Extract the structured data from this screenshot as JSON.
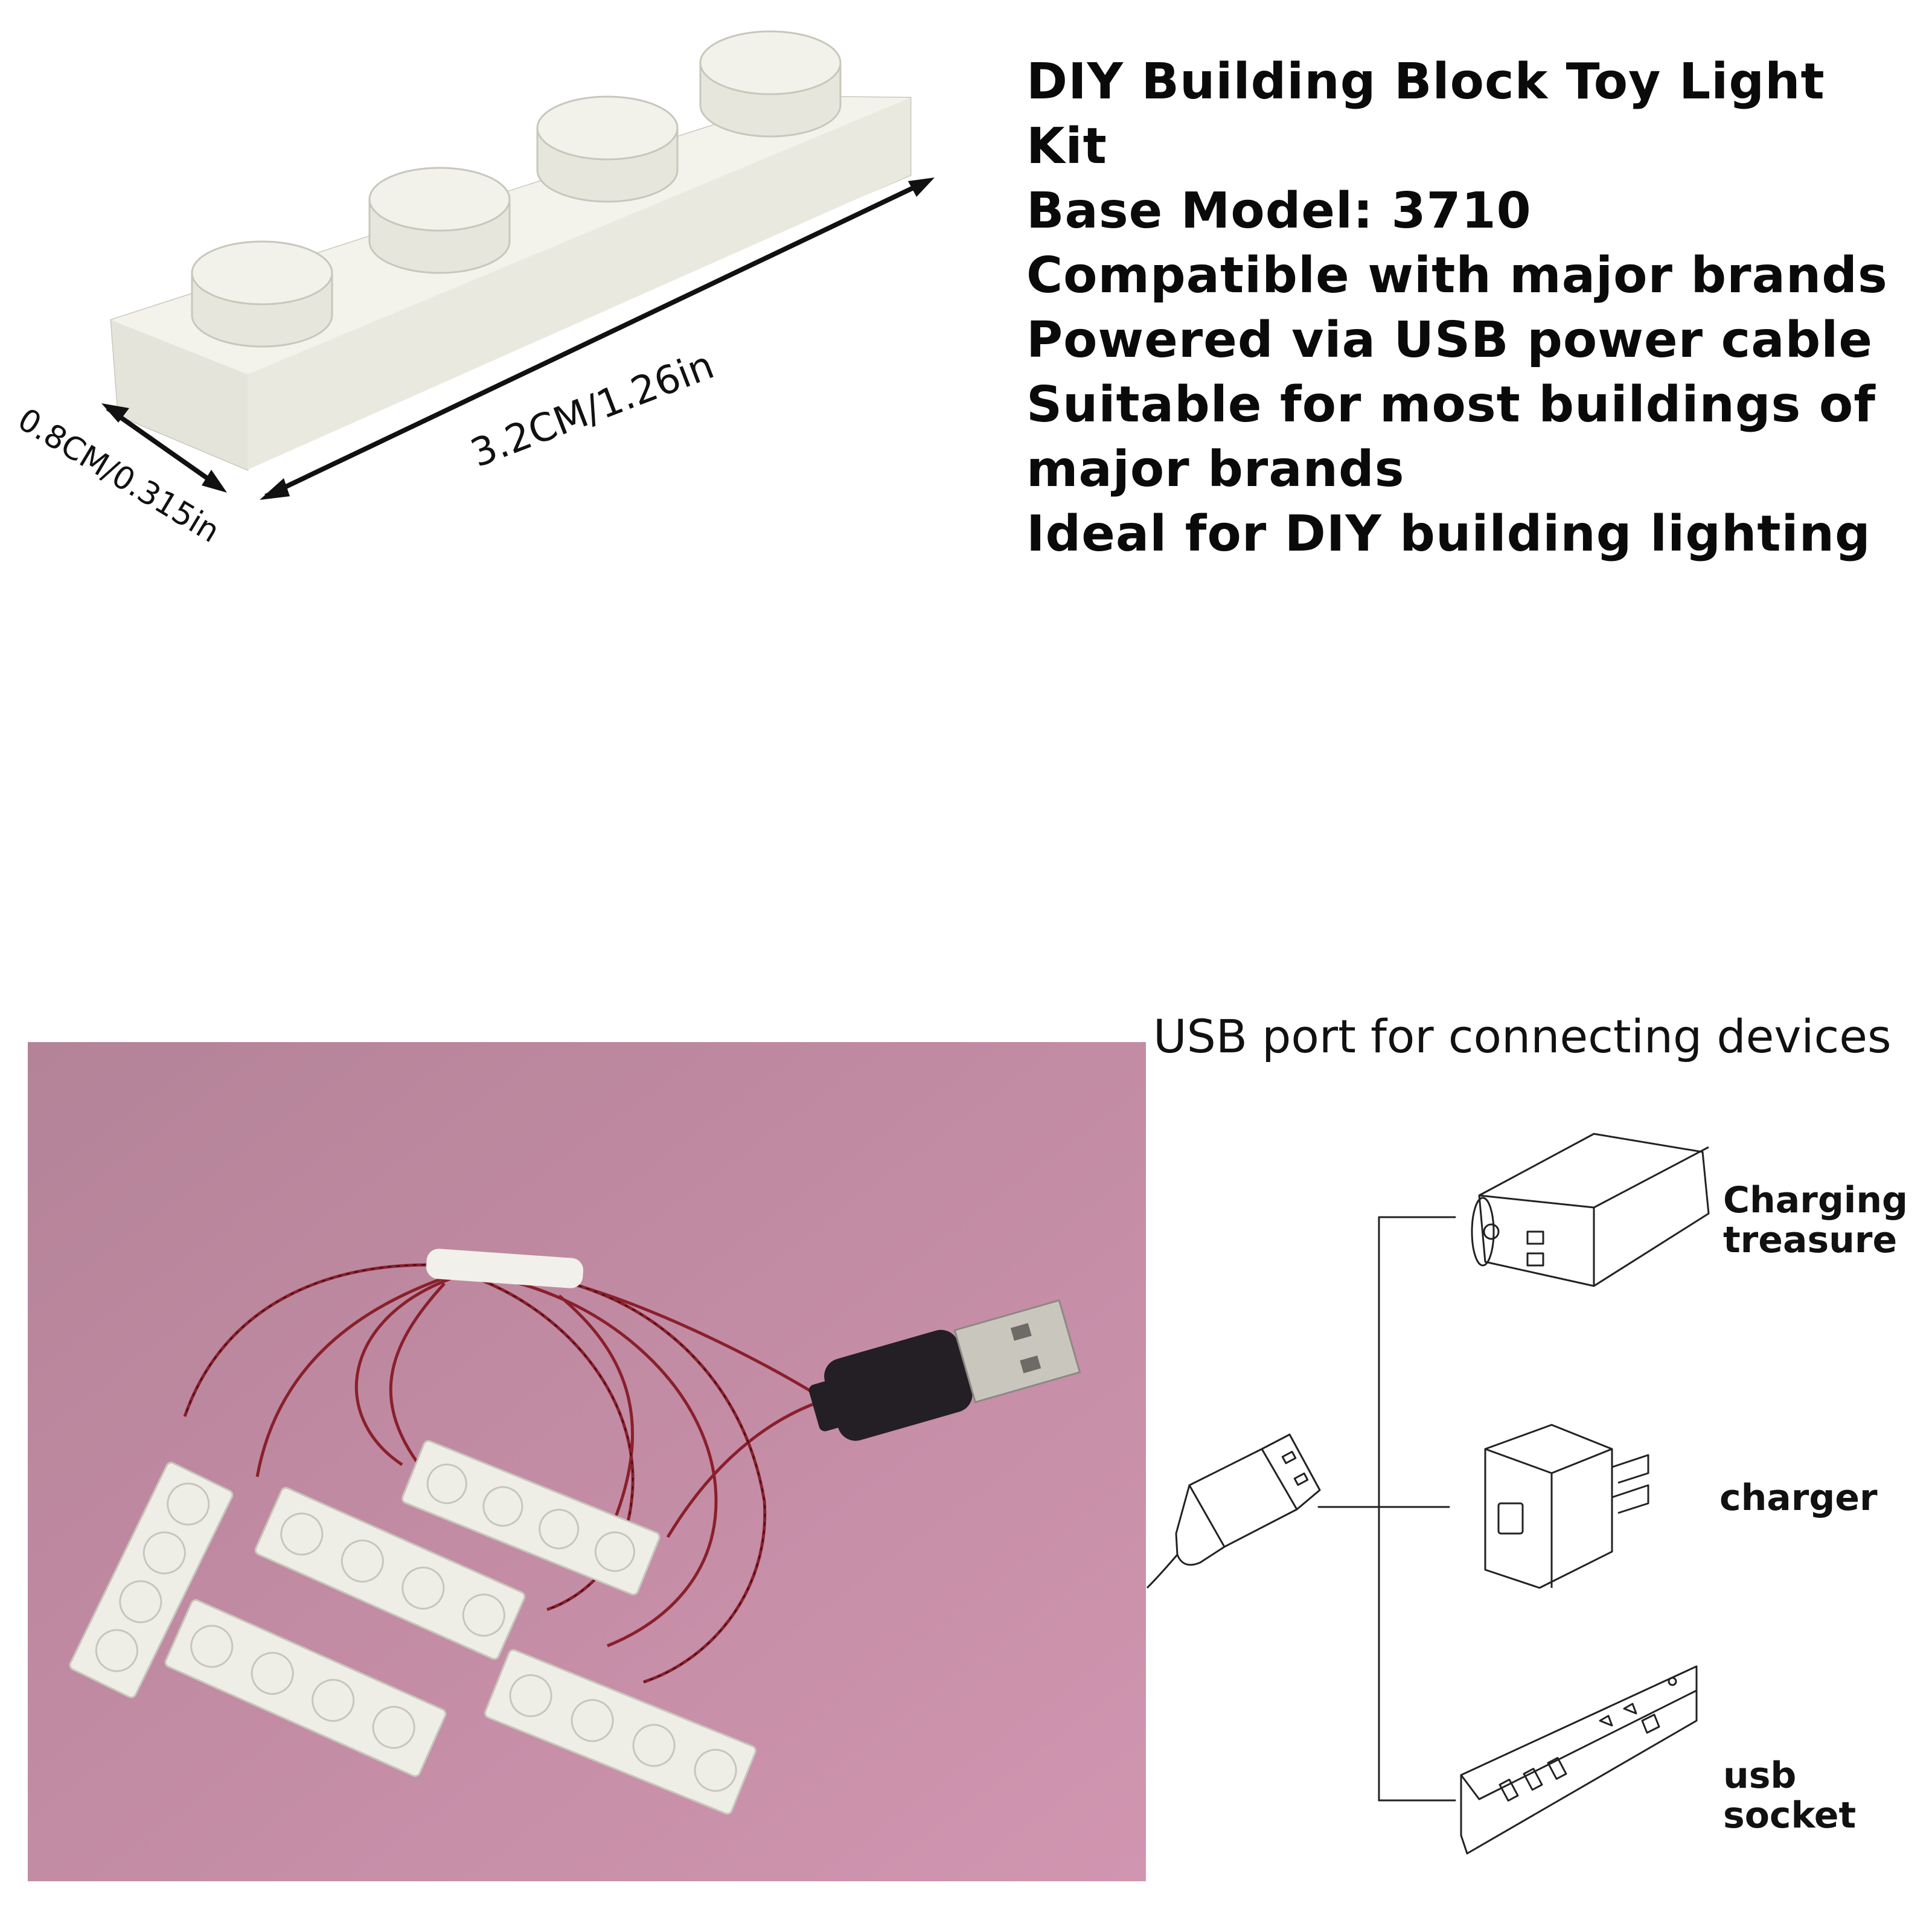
{
  "brick": {
    "length_label": "3.2CM/1.26in",
    "width_label": "0.8CM/0.315in"
  },
  "specs": [
    "DIY Building Block Toy Light Kit",
    "Base Model: 3710",
    "Compatible with major brands",
    "Powered via USB power cable",
    "Suitable for most buildings of",
    "major brands",
    "Ideal for DIY building lighting"
  ],
  "usb_section": {
    "caption": "USB port for connecting devices",
    "devices": [
      {
        "label": "Charging treasure",
        "icon": "power-bank-icon"
      },
      {
        "label": "charger",
        "icon": "wall-charger-icon"
      },
      {
        "label": "usb socket",
        "icon": "power-strip-icon"
      }
    ],
    "plug_icon": "usb-plug-icon"
  },
  "colors": {
    "photo_background": "#c98fa8",
    "brick": "#eeeee4",
    "wire": "#8a1f2c"
  }
}
